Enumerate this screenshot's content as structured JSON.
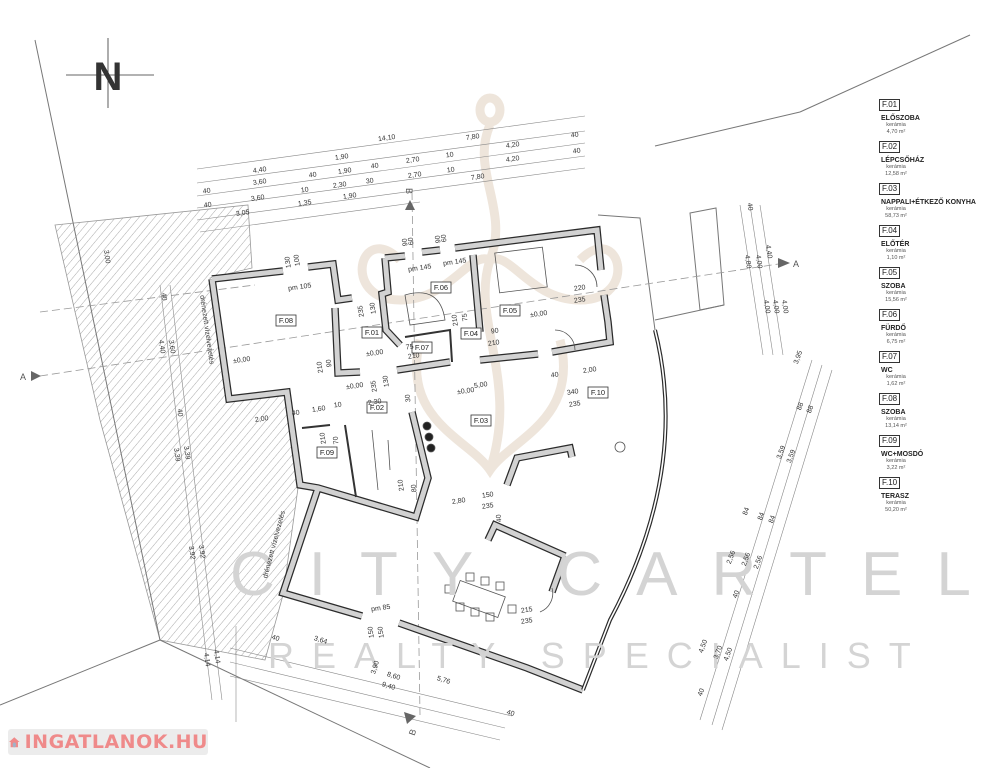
{
  "north_label": "N",
  "section_markers": {
    "a_left": "A",
    "a_right": "A",
    "b_top": "B",
    "b_bottom": "B"
  },
  "room_tags": [
    "F.08",
    "F.01",
    "F.06",
    "F.05",
    "F.04",
    "F.07",
    "F.02",
    "F.03",
    "F.10",
    "F.09"
  ],
  "annotations": [
    "pm 105",
    "130",
    "100",
    "235",
    "130",
    "pm 145",
    "pm 145",
    "90",
    "60",
    "90",
    "60",
    "75",
    "210",
    "220",
    "235",
    "±0,00",
    "90",
    "210",
    "75",
    "210",
    "±0,00",
    "±0,00",
    "90",
    "210",
    "±0,00",
    "235",
    "130",
    "±0,00",
    "5,00",
    "2,30",
    "30",
    "1,60",
    "10",
    "40",
    "2,00",
    "340",
    "235",
    "40",
    "2,00",
    "210",
    "70",
    "210",
    "80",
    "2,80",
    "150",
    "235",
    "40",
    "pm 85",
    "150",
    "150",
    "215",
    "235"
  ],
  "drain_label": "drénezett vízelvezetés",
  "dimensions": {
    "top": [
      "14,10",
      "7,80",
      "40",
      "4,20",
      "4,40",
      "1,90",
      "2,70",
      "10",
      "40",
      "4,20",
      "40",
      "1,90",
      "40",
      "3,60",
      "2,70",
      "10",
      "7,80",
      "40",
      "10",
      "2,30",
      "30",
      "3,60",
      "40",
      "1,35",
      "1,90",
      "3,05"
    ],
    "right": [
      "40",
      "4,40",
      "4,80",
      "4,00",
      "4,00",
      "4,00",
      "4,00",
      "3,95",
      "88",
      "88",
      "3,59",
      "3,59",
      "84",
      "84",
      "84",
      "2,56",
      "2,56",
      "2,56",
      "40",
      "4,50",
      "3,70",
      "4,50",
      "40"
    ],
    "left": [
      "3,00",
      "40",
      "4,40",
      "3,60",
      "40",
      "3,39",
      "3,39",
      "3,92",
      "3,92",
      "4,14",
      "4,14"
    ],
    "bottom": [
      "40",
      "3,64",
      "3,90",
      "8,60",
      "5,76",
      "9,40",
      "40"
    ]
  },
  "watermark": {
    "line1": "CITY CARTEL",
    "line2": "REALTY SPECIALIST"
  },
  "logo": {
    "text": "INGATLANOK.HU",
    "color": "#ef8a8a"
  },
  "legend": [
    {
      "code": "F.01",
      "name": "ELŐSZOBA",
      "material": "kerámia",
      "area": "4,70 m²"
    },
    {
      "code": "F.02",
      "name": "LÉPCSŐHÁZ",
      "material": "kerámia",
      "area": "12,58 m²"
    },
    {
      "code": "F.03",
      "name": "NAPPALI+ÉTKEZŐ KONYHA",
      "material": "kerámia",
      "area": "58,73 m²"
    },
    {
      "code": "F.04",
      "name": "ELŐTÉR",
      "material": "kerámia",
      "area": "1,10 m²"
    },
    {
      "code": "F.05",
      "name": "SZOBA",
      "material": "kerámia",
      "area": "15,56 m²"
    },
    {
      "code": "F.06",
      "name": "FÜRDŐ",
      "material": "kerámia",
      "area": "6,75 m²"
    },
    {
      "code": "F.07",
      "name": "WC",
      "material": "kerámia",
      "area": "1,62 m²"
    },
    {
      "code": "F.08",
      "name": "SZOBA",
      "material": "kerámia",
      "area": "13,14 m²"
    },
    {
      "code": "F.09",
      "name": "WC+MOSDÓ",
      "material": "kerámia",
      "area": "3,22 m²"
    },
    {
      "code": "F.10",
      "name": "TERASZ",
      "material": "kerámia",
      "area": "50,20 m²"
    }
  ]
}
